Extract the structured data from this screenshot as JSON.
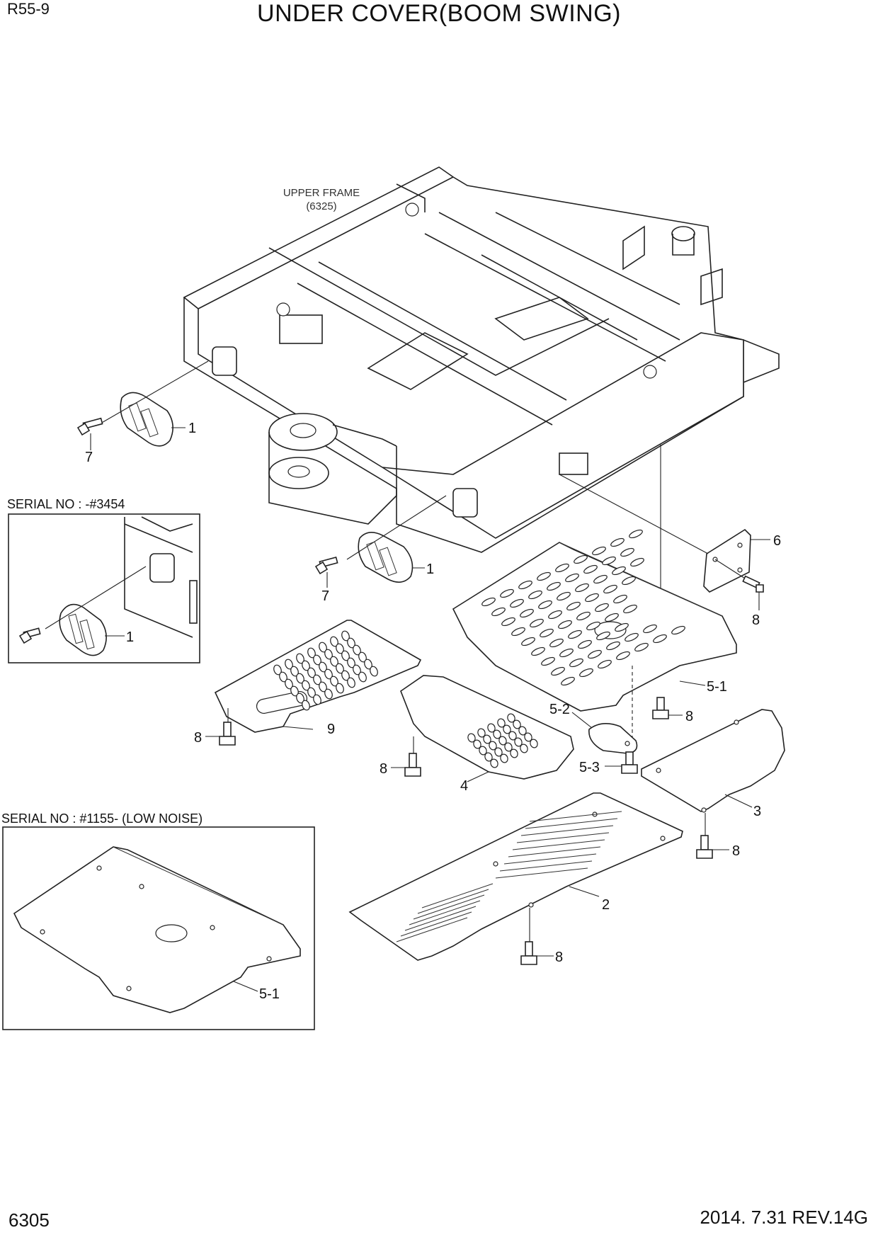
{
  "header": {
    "model": "R55-9",
    "title": "UNDER COVER(BOOM SWING)"
  },
  "footer": {
    "page_number": "6305",
    "date_revision": "2014. 7.31  REV.14G"
  },
  "reference_note": {
    "line1": "UPPER FRAME",
    "line2": "(6325)"
  },
  "insets": {
    "serial_a": "SERIAL NO : -#3454",
    "serial_b": "SERIAL NO : #1155- (LOW NOISE)"
  },
  "callouts": {
    "c1_top": "1",
    "c7_top": "7",
    "c1_mid": "1",
    "c7_mid": "7",
    "c6": "6",
    "c8_right": "8",
    "c1_inset": "1",
    "c5_1": "5-1",
    "c8_mid": "8",
    "c9": "9",
    "c8_left": "8",
    "c5_2": "5-2",
    "c5_3": "5-3",
    "c8_four": "8",
    "c4": "4",
    "c3": "3",
    "c8_three": "8",
    "c2": "2",
    "c8_two": "8",
    "c5_1_inset": "5-1"
  }
}
